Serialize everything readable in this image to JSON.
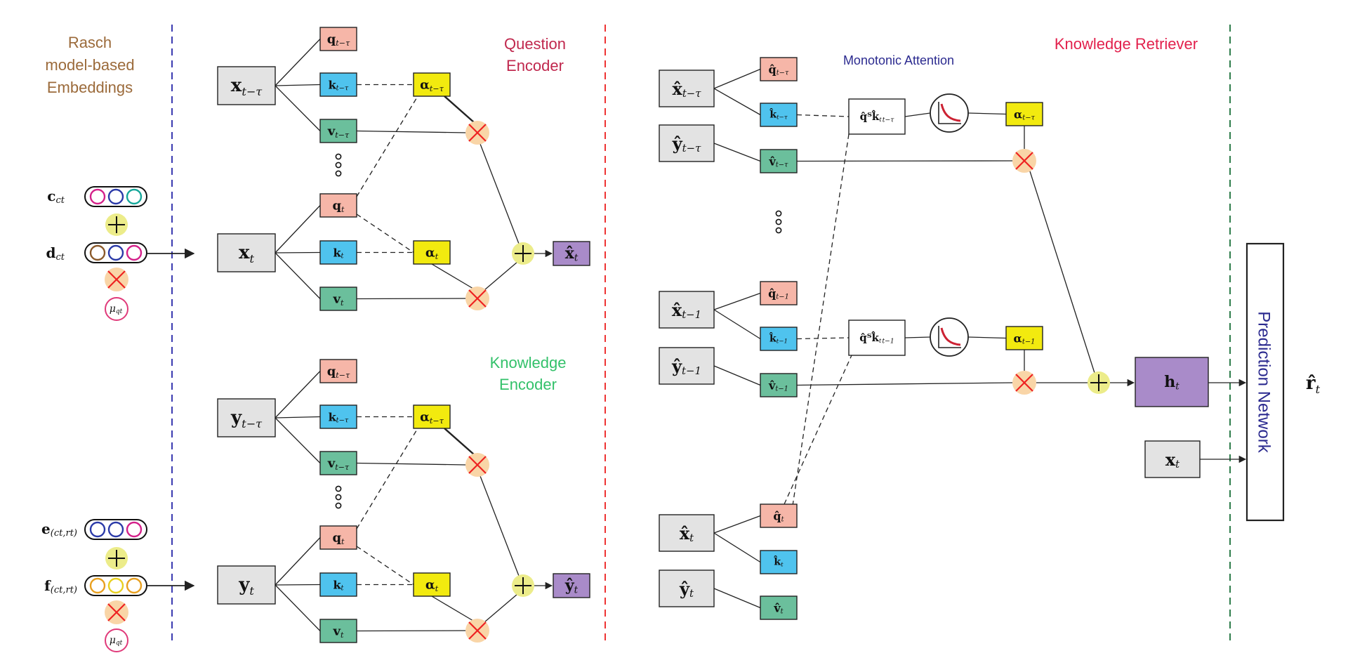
{
  "colors": {
    "q_fill": "#f6b6a8",
    "k_fill": "#4fc3ee",
    "v_fill": "#6bbf9c",
    "alpha_fill": "#f2ea0f",
    "output_fill": "#a98bc9",
    "input_fill": "#e3e3e3",
    "plus_circle": "#ecec8a",
    "times_circle": "#f9d5a7",
    "times_cross": "#ee2222",
    "rasch_title": "#9b6a3a",
    "question_title": "#c0284e",
    "knowledge_enc_title": "#33c16a",
    "retriever_title": "#e2214d",
    "monotonic_title": "#2b2a8f",
    "prediction_title": "#2b2a8f",
    "divider_blue": "#3a3ab0",
    "divider_red": "#ee3333",
    "divider_green": "#2e7d4b",
    "mu_circle": "#e03a7a",
    "curve_red": "#cc2233"
  },
  "titles": {
    "rasch": [
      "Rasch",
      "model-based",
      "Embeddings"
    ],
    "question_encoder": [
      "Question",
      "Encoder"
    ],
    "knowledge_encoder": [
      "Knowledge",
      "Encoder"
    ],
    "knowledge_retriever": "Knowledge Retriever",
    "monotonic_attention": "Monotonic Attention",
    "prediction_network": "Prediction Network"
  },
  "embeddings": {
    "c": {
      "sym": "c",
      "sub": "ct",
      "dots": [
        "#d4218a",
        "#2b3aa8",
        "#16a79a"
      ]
    },
    "d": {
      "sym": "d",
      "sub": "ct",
      "dots": [
        "#8b5a2b",
        "#2b3aa8",
        "#d4218a"
      ]
    },
    "e": {
      "sym": "e",
      "sub": "(ct,rt)",
      "dots": [
        "#2b3aa8",
        "#2b3aa8",
        "#d4218a"
      ]
    },
    "f": {
      "sym": "f",
      "sub": "(ct,rt)",
      "dots": [
        "#e8a020",
        "#e8d020",
        "#e8a020"
      ]
    },
    "mu": "μ",
    "mu_sub": "qt"
  },
  "question_encoder": {
    "x_tau": {
      "sym": "x",
      "sub": "t−τ"
    },
    "x_t": {
      "sym": "x",
      "sub": "t"
    },
    "q_tau": {
      "sym": "q",
      "sub": "t−τ"
    },
    "k_tau": {
      "sym": "k",
      "sub": "t−τ"
    },
    "v_tau": {
      "sym": "v",
      "sub": "t−τ"
    },
    "q_t": {
      "sym": "q",
      "sub": "t"
    },
    "k_t": {
      "sym": "k",
      "sub": "t"
    },
    "v_t": {
      "sym": "v",
      "sub": "t"
    },
    "alpha_tau": {
      "sym": "α",
      "sub": "t−τ"
    },
    "alpha_t": {
      "sym": "α",
      "sub": "t"
    },
    "output": {
      "sym": "x̂",
      "sub": "t"
    }
  },
  "knowledge_encoder": {
    "y_tau": {
      "sym": "y",
      "sub": "t−τ"
    },
    "y_t": {
      "sym": "y",
      "sub": "t"
    },
    "q_tau": {
      "sym": "q",
      "sub": "t−τ"
    },
    "k_tau": {
      "sym": "k",
      "sub": "t−τ"
    },
    "v_tau": {
      "sym": "v",
      "sub": "t−τ"
    },
    "q_t": {
      "sym": "q",
      "sub": "t"
    },
    "k_t": {
      "sym": "k",
      "sub": "t"
    },
    "v_t": {
      "sym": "v",
      "sub": "t"
    },
    "alpha_tau": {
      "sym": "α",
      "sub": "t−τ"
    },
    "alpha_t": {
      "sym": "α",
      "sub": "t"
    },
    "output": {
      "sym": "ŷ",
      "sub": "t"
    }
  },
  "retriever": {
    "x_tau": {
      "sym": "x̂",
      "sub": "t−τ"
    },
    "y_tau": {
      "sym": "ŷ",
      "sub": "t−τ"
    },
    "x_1": {
      "sym": "x̂",
      "sub": "t−1"
    },
    "y_1": {
      "sym": "ŷ",
      "sub": "t−1"
    },
    "x_t": {
      "sym": "x̂",
      "sub": "t"
    },
    "y_t": {
      "sym": "ŷ",
      "sub": "t"
    },
    "q_tau": {
      "sym": "q̂",
      "sub": "t−τ"
    },
    "k_tau": {
      "sym": "k̂",
      "sub": "t−τ"
    },
    "v_tau": {
      "sym": "v̂",
      "sub": "t−τ"
    },
    "q_1": {
      "sym": "q̂",
      "sub": "t−1"
    },
    "k_1": {
      "sym": "k̂",
      "sub": "t−1"
    },
    "v_1": {
      "sym": "v̂",
      "sub": "t−1"
    },
    "q_t": {
      "sym": "q̂",
      "sub": "t"
    },
    "k_t": {
      "sym": "k̂",
      "sub": "t"
    },
    "v_t": {
      "sym": "v̂",
      "sub": "t"
    },
    "dot_tau": {
      "sym": "q̂ᵀk̂",
      "pre": "t",
      "sub": "t−τ"
    },
    "dot_1": {
      "sym": "q̂ᵀk̂",
      "pre": "t",
      "sub": "t−1"
    },
    "alpha_tau": {
      "sym": "α",
      "sub": "t−τ"
    },
    "alpha_1": {
      "sym": "α",
      "sub": "t−1"
    },
    "h_t": {
      "sym": "h",
      "sub": "t"
    },
    "x_t_input": {
      "sym": "x",
      "sub": "t"
    },
    "r_hat": {
      "sym": "r̂",
      "sub": "t"
    }
  }
}
